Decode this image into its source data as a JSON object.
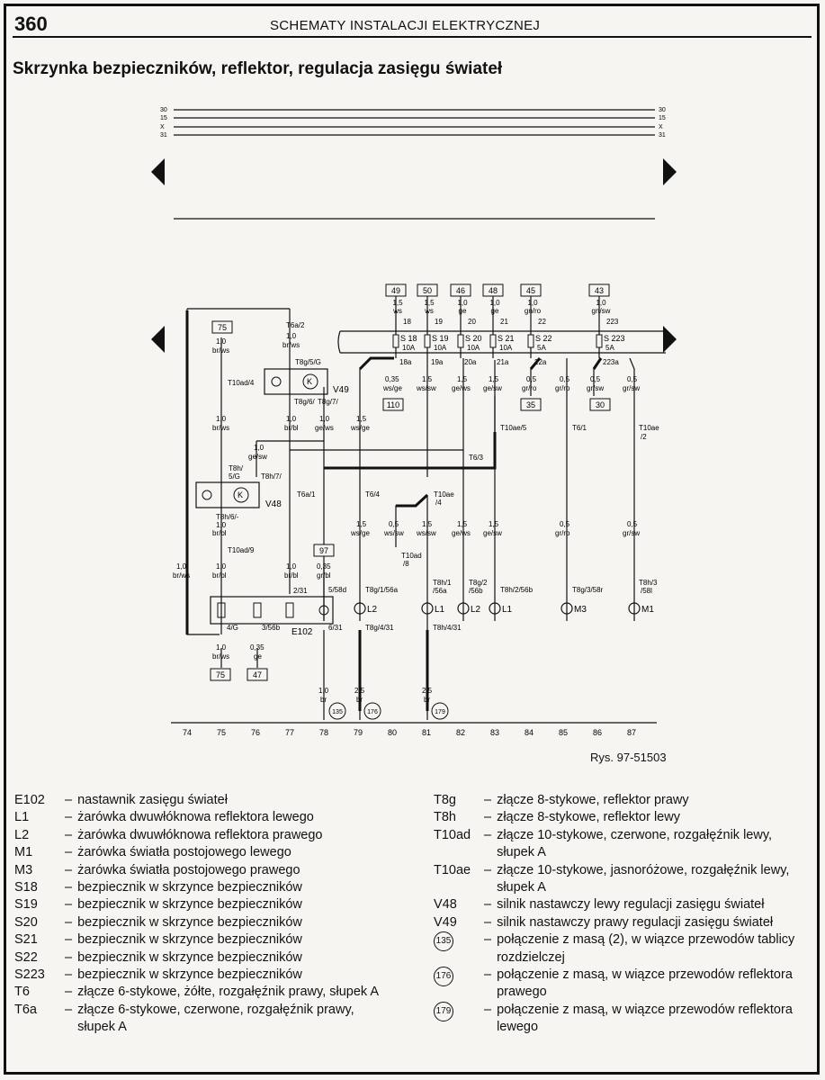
{
  "header": {
    "page_number": "360",
    "running_title": "SCHEMATY INSTALACJI ELEKTRYCZNEJ",
    "title": "Skrzynka bezpieczników, reflektor, regulacja zasięgu świateł"
  },
  "diagram": {
    "bus_labels": [
      "30",
      "15",
      "X",
      "31"
    ],
    "column_numbers": [
      "74",
      "75",
      "76",
      "77",
      "78",
      "79",
      "80",
      "81",
      "82",
      "83",
      "84",
      "85",
      "86",
      "87"
    ],
    "fuses": [
      {
        "ref": "49",
        "wire": "1,5",
        "color": "ws",
        "pin": "18",
        "name": "S 18",
        "amp": "10A",
        "out": "18a"
      },
      {
        "ref": "50",
        "wire": "1,5",
        "color": "ws",
        "pin": "19",
        "name": "S 19",
        "amp": "10A",
        "out": "19a"
      },
      {
        "ref": "46",
        "wire": "1,0",
        "color": "ge",
        "pin": "20",
        "name": "S 20",
        "amp": "10A",
        "out": "20a"
      },
      {
        "ref": "48",
        "wire": "1,0",
        "color": "ge",
        "pin": "21",
        "name": "S 21",
        "amp": "10A",
        "out": "21a"
      },
      {
        "ref": "45",
        "wire": "1,0",
        "color": "gn/ro",
        "pin": "22",
        "name": "S 22",
        "amp": "5A",
        "out": "22a"
      },
      {
        "ref": "43",
        "wire": "1,0",
        "color": "gn/sw",
        "pin": "223",
        "name": "S 223",
        "amp": "5A",
        "out": "223a"
      }
    ],
    "labels": {
      "t6a2": "T6a/2",
      "w10_brws": "1,0",
      "c_brws": "br/ws",
      "box75": "75",
      "t10ad4": "T10ad/4",
      "t8g5g": "T8g/5/G",
      "v49": "V49",
      "t8g6": "T8g/6/",
      "t8g7": "T8g/7/",
      "w035": "0,35",
      "c_wsge": "ws/ge",
      "box110": "110",
      "w15": "1,5",
      "c_wsws": "ws/sw",
      "c_gews": "ge/ws",
      "c_gesw": "ge/sw",
      "w05": "0,5",
      "c_grro": "gr/ro",
      "c_grsw": "gr/sw",
      "box35": "35",
      "box30": "30",
      "c_brbl": "br/bl",
      "t10ae5": "T10ae/5",
      "t61": "T6/1",
      "t10ae2": "T10ae",
      "t10ae2b": "/2",
      "t63": "T6/3",
      "t8h5g": "T8h/",
      "t8h5gb": "5/G",
      "t8h7": "T8h/7/",
      "v48": "V48",
      "t8h6": "T8h/6/-",
      "t6a1": "T6a/1",
      "t64": "T6/4",
      "t10ae4": "T10ae",
      "t10ae4b": "/4",
      "t10ad9": "T10ad/9",
      "t10ad8": "T10ad",
      "t10ad8b": "/8",
      "box97": "97",
      "c_grbl": "gr/bl",
      "p231": "2/31",
      "p558d": "5/58d",
      "t8g156a": "T8g/1/56a",
      "t8h156a": "T8h/1",
      "t8h156ab": "/56a",
      "t8g256b": "T8g/2",
      "t8g256bb": "/56b",
      "t8h256b": "T8h/2/56b",
      "t8g358r": "T8g/3/58r",
      "t8h358l": "T8h/3",
      "t8h358lb": "/58l",
      "l2": "L2",
      "l1": "L1",
      "m3": "M3",
      "m1": "M1",
      "p4g": "4/G",
      "p356b": "3/56b",
      "e102": "E102",
      "p631": "6/31",
      "t8g431": "T8g/4/31",
      "t8h431": "T8h/4/31",
      "c_ge": "ge",
      "box47": "47",
      "w10": "1,0",
      "c_br": "br",
      "w25": "2,5",
      "g135": "135",
      "g176": "176",
      "g179": "179"
    }
  },
  "caption": "Rys. 97-51503",
  "legend_left": [
    {
      "code": "E102",
      "desc": "nastawnik zasięgu świateł"
    },
    {
      "code": "L1",
      "desc": "żarówka dwuwłóknowa reflektora lewego"
    },
    {
      "code": "L2",
      "desc": "żarówka dwuwłóknowa reflektora prawego"
    },
    {
      "code": "M1",
      "desc": "żarówka światła postojowego lewego"
    },
    {
      "code": "M3",
      "desc": "żarówka światła postojowego prawego"
    },
    {
      "code": "S18",
      "desc": "bezpiecznik w skrzynce bezpieczników"
    },
    {
      "code": "S19",
      "desc": "bezpiecznik w skrzynce bezpieczników"
    },
    {
      "code": "S20",
      "desc": "bezpiecznik w skrzynce bezpieczników"
    },
    {
      "code": "S21",
      "desc": "bezpiecznik w skrzynce bezpieczników"
    },
    {
      "code": "S22",
      "desc": "bezpiecznik w skrzynce bezpieczników"
    },
    {
      "code": "S223",
      "desc": "bezpiecznik w skrzynce bezpieczników"
    },
    {
      "code": "T6",
      "desc": "złącze 6-stykowe, żółte, rozgałęźnik prawy, słupek A"
    },
    {
      "code": "T6a",
      "desc": "złącze 6-stykowe, czerwone, rozgałęźnik prawy, słupek A"
    }
  ],
  "legend_right": [
    {
      "code": "T8g",
      "desc": "złącze 8-stykowe, reflektor prawy"
    },
    {
      "code": "T8h",
      "desc": "złącze 8-stykowe, reflektor lewy"
    },
    {
      "code": "T10ad",
      "desc": "złącze 10-stykowe, czerwone, rozgałęźnik lewy, słupek A"
    },
    {
      "code": "T10ae",
      "desc": "złącze 10-stykowe, jasnoróżowe, rozgałęźnik lewy, słupek A"
    },
    {
      "code": "V48",
      "desc": "silnik nastawczy lewy regulacji zasięgu świateł"
    },
    {
      "code": "V49",
      "desc": "silnik nastawczy prawy regulacji zasięgu świateł"
    },
    {
      "code": "135",
      "desc": "połączenie z masą (2), w wiązce przewodów tablicy rozdzielczej",
      "circle": true
    },
    {
      "code": "176",
      "desc": "połączenie z masą, w wiązce przewodów reflektora prawego",
      "circle": true
    },
    {
      "code": "179",
      "desc": "połączenie z masą, w wiązce przewodów reflektora lewego",
      "circle": true
    }
  ],
  "dash": "–"
}
